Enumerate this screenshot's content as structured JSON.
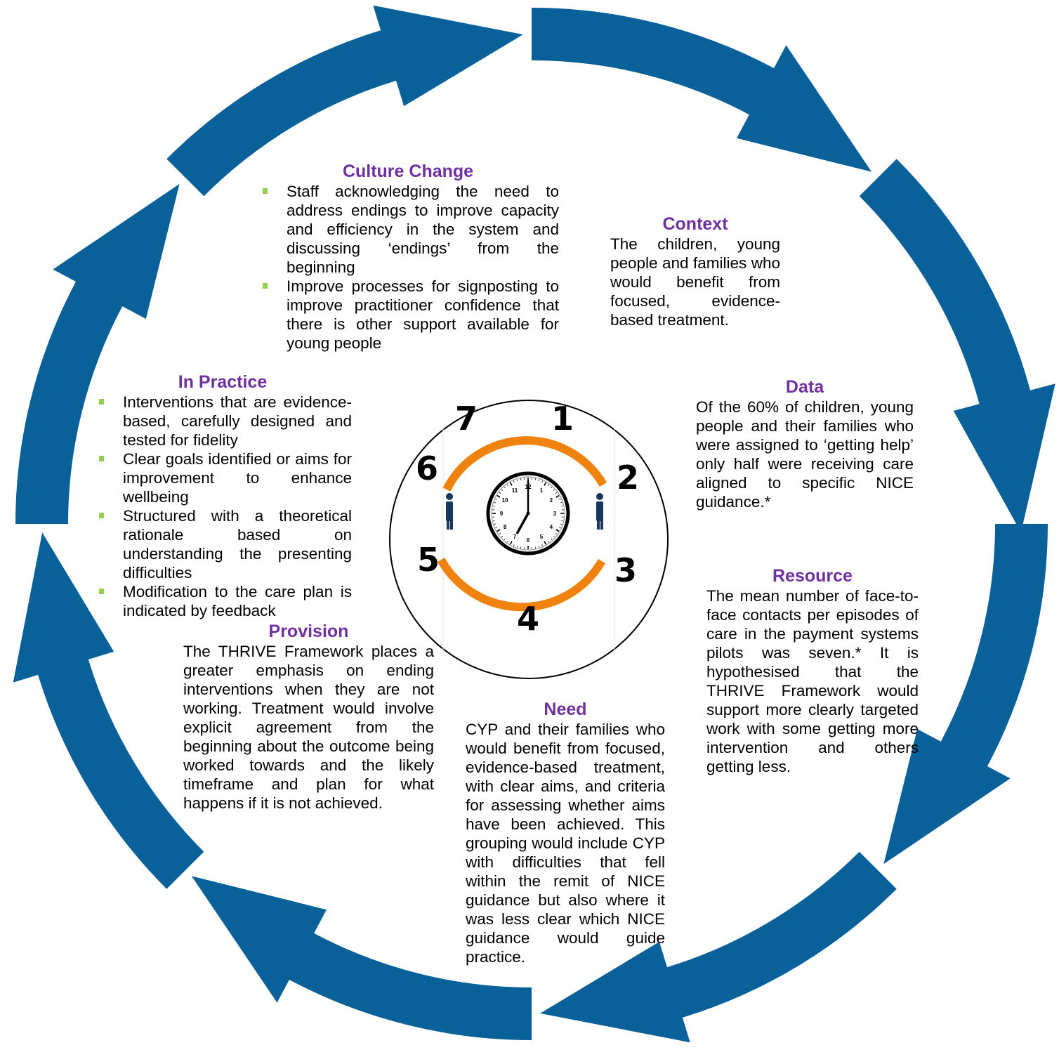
{
  "colors": {
    "arrow": "#0A6199",
    "heading": "#7030A0",
    "bullet": "#92D050",
    "ring_orange": "#F0820F",
    "figure": "#17375E"
  },
  "culture_change": {
    "title": "Culture Change",
    "bullets": [
      "Staff acknowledging the need to address endings to improve capacity and efficiency in the system and discussing ‘endings’ from the beginning",
      "Improve processes for signposting to improve practitioner confidence that there is other support available for young people"
    ]
  },
  "context": {
    "title": "Context",
    "body": "The children, young people and families who would benefit from focused, evidence-based treatment."
  },
  "data_block": {
    "title": "Data",
    "body": "Of the 60% of children, young people and their families who were assigned to ‘getting help’ only half were receiving care aligned to specific NICE guidance.*"
  },
  "resource": {
    "title": "Resource",
    "body": "The mean number of face-to-face contacts per episodes of care in the payment systems pilots was seven.* It is hypothesised that the THRIVE Framework would support more clearly targeted work with some getting more intervention and others getting less."
  },
  "need": {
    "title": "Need",
    "body": "CYP and their families who would benefit from focused, evidence-based treatment, with clear aims, and criteria for assessing whether aims have been achieved. This grouping would include CYP with difficulties that fell within the remit of NICE guidance but also where it was less clear which NICE guidance would guide practice."
  },
  "provision": {
    "title": "Provision",
    "body": "The THRIVE Framework places a greater emphasis on ending interventions when they are not working. Treatment would involve explicit agreement from the beginning about the outcome being worked towards and the likely timeframe and plan for what happens if it is not achieved."
  },
  "in_practice": {
    "title": "In Practice",
    "bullets": [
      "Interventions that are evidence-based, carefully designed and tested for fidelity",
      "Clear goals identified or aims for improvement to enhance wellbeing",
      "Structured with a theoretical rationale based on understanding the presenting difficulties",
      "Modification to the care plan is indicated by feedback"
    ]
  },
  "clock": {
    "step_numbers": [
      "1",
      "2",
      "3",
      "4",
      "5",
      "6",
      "7"
    ],
    "dial_numbers": [
      "12",
      "1",
      "2",
      "3",
      "4",
      "5",
      "6",
      "7",
      "8",
      "9",
      "10",
      "11"
    ],
    "time": "7:00"
  }
}
